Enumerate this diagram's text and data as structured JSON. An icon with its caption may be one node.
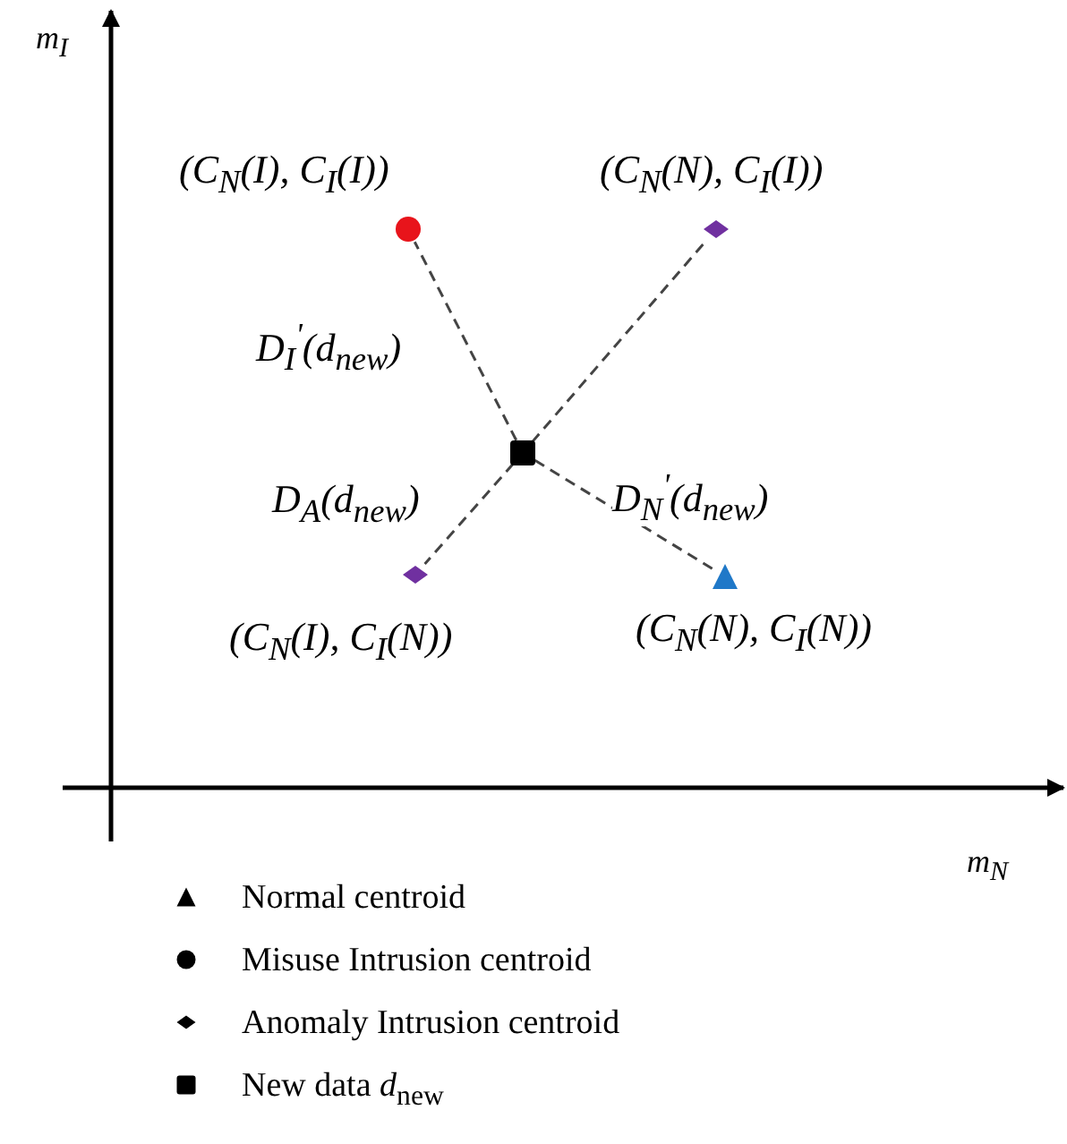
{
  "diagram": {
    "nodes": [
      {
        "text": [],
        "shape": "circle",
        "beside": [
          "(C$_{N}$(I), C$_{I}$(I))"
        ]
      },
      {
        "text": [],
        "shape": "diamond",
        "beside": [
          "(C$_{N}$(N), C$_{I}$(I))"
        ]
      },
      {
        "text": [],
        "shape": "box"
      },
      {
        "text": [],
        "shape": "diamond",
        "beside": [
          "(C$_{N}$(I), C$_{I}$(N))"
        ]
      },
      {
        "text": [],
        "shape": "triangle",
        "beside": [
          "(C$_{N}$(N), C$_{I}$(N))"
        ]
      }
    ],
    "edges": [
      {
        "from": 2,
        "to": 0,
        "arrow": "none",
        "style": "dashed",
        "label": "D$_{I}$$^{'}$(d$_{new}$)"
      },
      {
        "from": 2,
        "to": 1,
        "arrow": "none",
        "style": "dashed"
      },
      {
        "from": 2,
        "to": 3,
        "arrow": "none",
        "style": "dashed",
        "label": "D$_{A}$(d$_{new}$)"
      },
      {
        "from": 2,
        "to": 4,
        "arrow": "none",
        "style": "dashed",
        "label": "D$_{N}$$^{'}$(d$_{new}$)"
      }
    ],
    "labels": [
      "m$_{I}$",
      "m$_{N}$"
    ],
    "legend": [
      {
        "text": "Normal centroid"
      },
      {
        "text": "Misuse Intrusion centroid"
      },
      {
        "text": "Anomaly Intrusion centroid"
      },
      {
        "text": "New data *d*$_{new}$"
      }
    ]
  }
}
